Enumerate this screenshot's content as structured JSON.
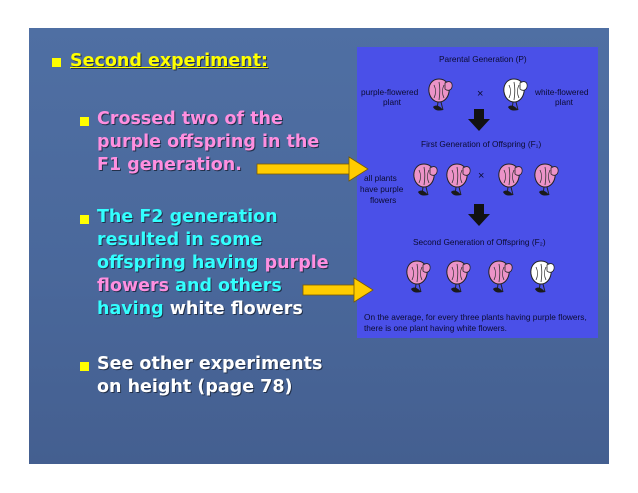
{
  "slide": {
    "heading": "Second experiment:",
    "bullets": [
      {
        "lines": [
          "Crossed two of the",
          "purple offspring in the",
          "F1 generation."
        ]
      },
      {
        "parts": {
          "l1": "The F2 generation",
          "l2": "resulted in some",
          "l3a": "offspring having ",
          "l3b": "purple",
          "l4a": "flowers",
          "l4b": " and others",
          "l5a": "having",
          "l5b": " white flowers"
        }
      },
      {
        "lines": [
          "See other experiments",
          "on height (page 78)"
        ]
      }
    ]
  },
  "diagram": {
    "parental_title": "Parental Generation (P)",
    "purple_plant": [
      "purple-flowered",
      "plant"
    ],
    "white_plant": [
      "white-flowered",
      "plant"
    ],
    "cross_symbol": "×",
    "f1_title": "First Generation of Offspring (F₁)",
    "f1_note": [
      "all plants",
      "have purple",
      "flowers"
    ],
    "f2_title": "Second Generation of Offspring (F₂)",
    "caption": [
      "On the average, for every three plants having purple flowers,",
      "there is one plant having white flowers."
    ]
  },
  "colors": {
    "slide_bg": "#4a689b",
    "bullet": "#ffff00",
    "purple_text": "#ff8fe0",
    "cyan_text": "#33ffff",
    "panel_bg": "#4a50e8",
    "arrow": "#ffcc00",
    "flower_pink": "#ec93c8",
    "flower_white": "#ffffff"
  }
}
